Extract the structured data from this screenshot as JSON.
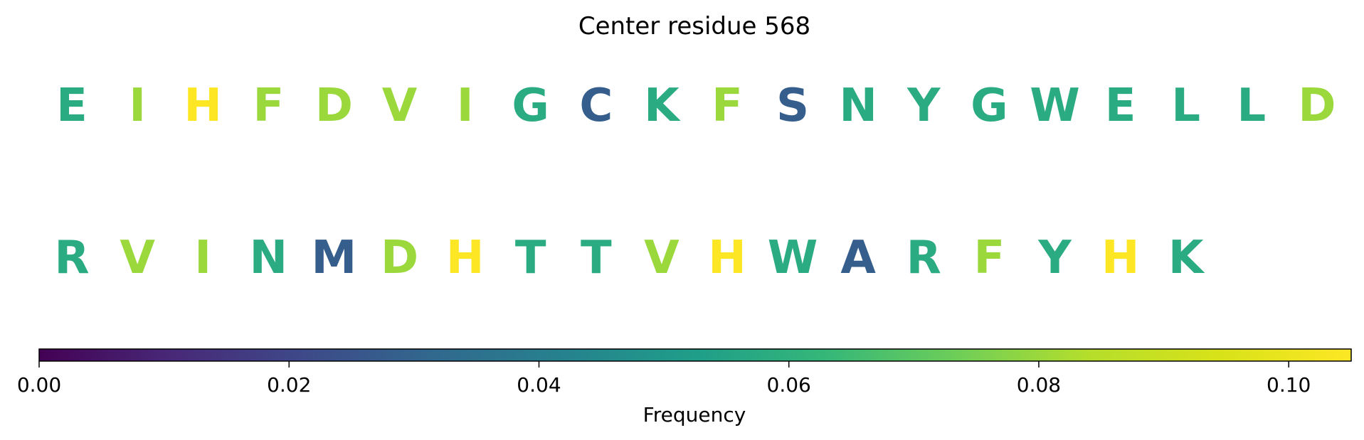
{
  "chart_data": {
    "type": "heatmap",
    "title": "Center residue 568",
    "rows": [
      {
        "residues": [
          "E",
          "I",
          "H",
          "F",
          "D",
          "V",
          "I",
          "G",
          "C",
          "K",
          "F",
          "S",
          "N",
          "Y",
          "G",
          "W",
          "E",
          "L",
          "L",
          "D"
        ],
        "values": [
          0.058,
          0.08,
          0.105,
          0.08,
          0.08,
          0.08,
          0.08,
          0.058,
          0.028,
          0.058,
          0.08,
          0.028,
          0.058,
          0.058,
          0.058,
          0.058,
          0.058,
          0.058,
          0.058,
          0.08
        ]
      },
      {
        "residues": [
          "R",
          "V",
          "I",
          "N",
          "M",
          "D",
          "H",
          "T",
          "T",
          "V",
          "H",
          "W",
          "A",
          "R",
          "F",
          "Y",
          "H",
          "K"
        ],
        "values": [
          0.058,
          0.08,
          0.08,
          0.058,
          0.028,
          0.08,
          0.105,
          0.058,
          0.058,
          0.08,
          0.105,
          0.058,
          0.028,
          0.058,
          0.08,
          0.058,
          0.105,
          0.058
        ]
      }
    ],
    "colorbar": {
      "label": "Frequency",
      "range": [
        0,
        0.105
      ],
      "ticks": [
        "0.00",
        "0.02",
        "0.04",
        "0.06",
        "0.08",
        "0.10"
      ],
      "tick_values": [
        0,
        0.02,
        0.04,
        0.06,
        0.08,
        0.1
      ],
      "colormap": "viridis"
    }
  }
}
